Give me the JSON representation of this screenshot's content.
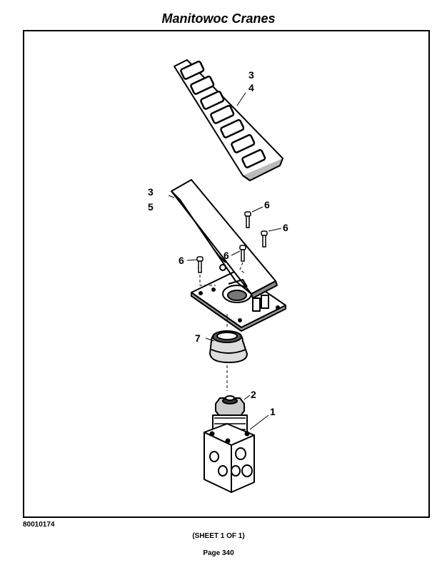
{
  "header": {
    "title": "Manitowoc Cranes"
  },
  "diagram": {
    "callouts": {
      "pad_3": "3",
      "pad_4": "4",
      "pedal_3": "3",
      "pedal_5": "5",
      "screw_a": "6",
      "screw_b": "6",
      "screw_c": "6",
      "screw_d": "6",
      "boot_7": "7",
      "nut_2": "2",
      "valve_1": "1"
    }
  },
  "footer": {
    "doc_number": "80010174",
    "sheet": "(SHEET 1 OF 1)",
    "page": "Page 340"
  }
}
